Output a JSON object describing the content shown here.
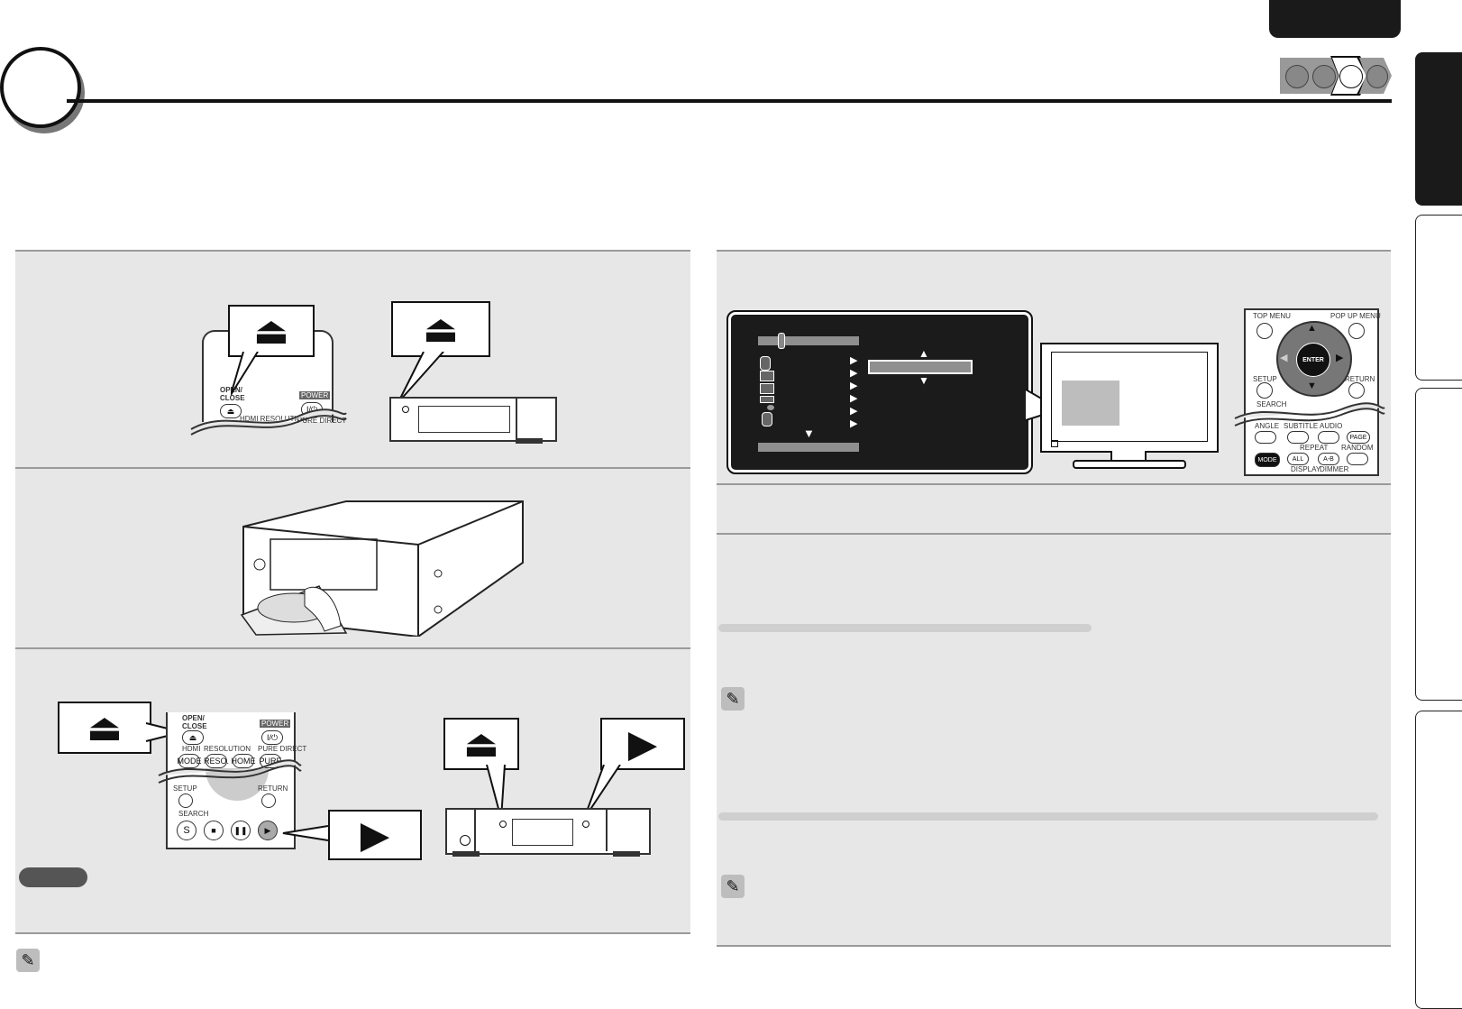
{
  "colors": {
    "panel": "#e7e7e7",
    "dark": "#1a1a1a",
    "rule": "#9a9a9a"
  },
  "step_nav": {
    "icons": [
      "step-circle",
      "step-circle",
      "step-circle-current",
      "step-circle"
    ]
  },
  "panel_left_top": {
    "remote": {
      "open_close": "OPEN/\nCLOSE",
      "power": "POWER",
      "power_sym": "I/⏻",
      "hdmi_res": "HDMI RESOLUTION",
      "pure_direct": "PURE DIRECT"
    },
    "callout_remote": "⏏",
    "callout_player": "⏏"
  },
  "panel_left_bottom": {
    "remote": {
      "open_close": "OPEN/\nCLOSE",
      "power": "POWER",
      "power_sym": "I/⏻",
      "hdmi": "HDMI",
      "resolution": "RESOLUTION",
      "pure_direct": "PURE DIRECT",
      "mode": "MODE",
      "reso": "RESO.",
      "home": "HOME",
      "pure": "PURE",
      "setup": "SETUP",
      "return": "RETURN",
      "search": "SEARCH",
      "s": "S",
      "stop": "■",
      "pause": "❚❚",
      "play": "▶"
    },
    "callout_eject": "⏏",
    "callout_play": "▶",
    "callout_player_eject": "⏏",
    "callout_player_play": "▶"
  },
  "panel_right": {
    "remote": {
      "top_menu": "TOP MENU",
      "popup_menu": "POP UP MENU",
      "enter": "ENTER",
      "setup": "SETUP",
      "return": "RETURN",
      "search": "SEARCH",
      "angle": "ANGLE",
      "subtitle": "SUBTITLE",
      "audio": "AUDIO",
      "page": "PAGE",
      "repeat": "REPEAT",
      "random": "RANDOM",
      "mode": "MODE",
      "all": "ALL",
      "ab": "A-B",
      "display": "DISPLAY",
      "dimmer": "DIMMER"
    }
  }
}
